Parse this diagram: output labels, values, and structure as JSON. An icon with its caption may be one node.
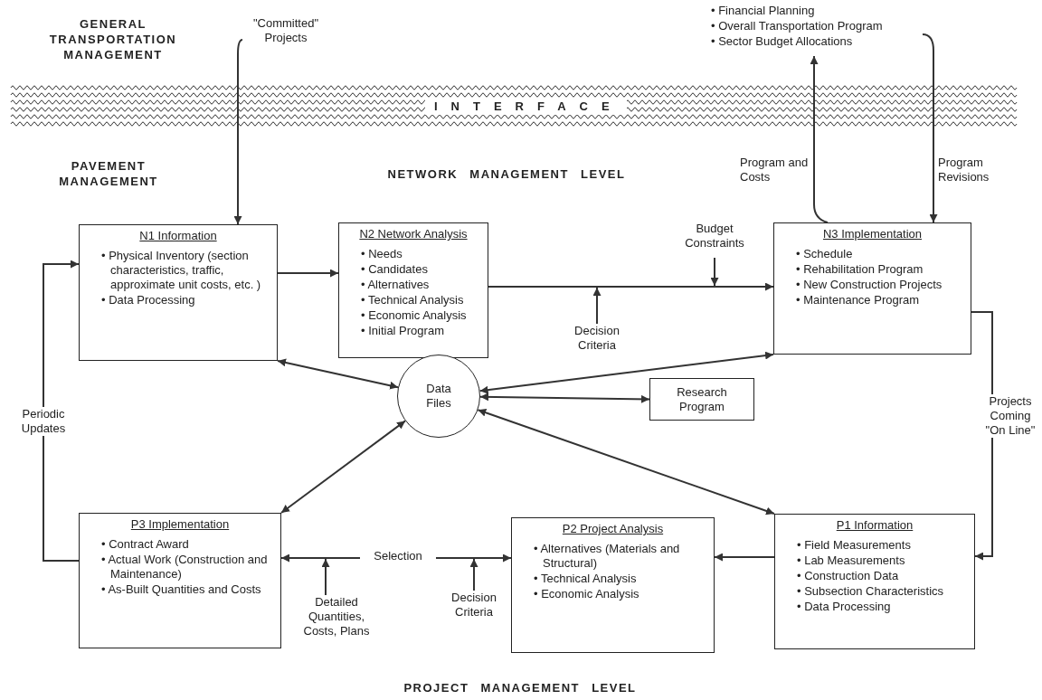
{
  "diagram": {
    "nodes": [
      {
        "text": [
          "\"Committed\" Projects"
        ]
      },
      {
        "text": [
          "N1  Information",
          "• Physical Inventory (section characteristics, traffic, approximate unit costs, etc. )",
          "• Data Processing"
        ]
      },
      {
        "text": [
          "N2  Network Analysis",
          "• Needs",
          "• Candidates",
          "• Alternatives",
          "• Technical Analysis",
          "• Economic Analysis",
          "• Initial Program"
        ]
      },
      {
        "text": [
          "N3  Implementation",
          "• Schedule",
          "• Rehabilitation Program",
          "• New  Construction Projects",
          "• Maintenance Program"
        ]
      },
      {
        "text": [
          "• Financial Planning",
          "• Overall Transportation Program",
          "• Sector Budget Allocations"
        ]
      },
      {
        "text": [
          "Data Files"
        ]
      },
      {
        "text": [
          "Research Program"
        ]
      },
      {
        "text": [
          "P3  Implementation",
          "• Contract Award",
          "• Actual Work (Construction and Maintenance)",
          "• As-Built Quantities and Costs"
        ]
      },
      {
        "text": [
          "P2  Project Analysis",
          "• Alternatives (Materials and Structural)",
          "• Technical Analysis",
          "• Economic Analysis"
        ]
      },
      {
        "text": [
          "P1  Information",
          "• Field Measurements",
          "• Lab Measurements",
          "• Construction Data",
          "• Subsection Characteristics",
          "• Data  Processing"
        ]
      },
      {
        "text": [
          "Budget Constraints"
        ]
      },
      {
        "text": [
          "Decision Criteria"
        ]
      },
      {
        "text": [
          "Detailed Quantities, Costs, Plans"
        ]
      },
      {
        "text": [
          "Decision Criteria"
        ]
      }
    ],
    "edges": [
      {
        "from": 0,
        "to": 1,
        "arrow": "to"
      },
      {
        "from": 1,
        "to": 2,
        "arrow": "to"
      },
      {
        "from": 2,
        "to": 3,
        "arrow": "to"
      },
      {
        "from": 3,
        "to": 4,
        "arrow": "to",
        "label": "Program and Costs"
      },
      {
        "from": 4,
        "to": 3,
        "arrow": "to",
        "label": "Program Revisions"
      },
      {
        "from": 3,
        "to": 9,
        "arrow": "to",
        "label": "Projects Coming \"On Line\""
      },
      {
        "from": 9,
        "to": 8,
        "arrow": "to"
      },
      {
        "from": 7,
        "to": 8,
        "arrow": "both",
        "label": "Selection"
      },
      {
        "from": 7,
        "to": 1,
        "arrow": "to",
        "label": "Periodic Updates"
      },
      {
        "from": 1,
        "to": 5,
        "arrow": "both"
      },
      {
        "from": 3,
        "to": 5,
        "arrow": "both"
      },
      {
        "from": 5,
        "to": 6,
        "arrow": "both"
      },
      {
        "from": 7,
        "to": 5,
        "arrow": "both"
      },
      {
        "from": 9,
        "to": 5,
        "arrow": "both"
      },
      {
        "from": 10,
        "to": null,
        "arrow": "to"
      },
      {
        "from": 11,
        "to": null,
        "arrow": "to"
      },
      {
        "from": 12,
        "to": null,
        "arrow": "to"
      },
      {
        "from": 13,
        "to": null,
        "arrow": "to"
      }
    ],
    "labels": [
      "GENERAL TRANSPORTATION MANAGEMENT",
      "INTERFACE",
      "PAVEMENT MANAGEMENT",
      "NETWORK MANAGEMENT LEVEL",
      "PROJECT MANAGEMENT LEVEL"
    ]
  }
}
